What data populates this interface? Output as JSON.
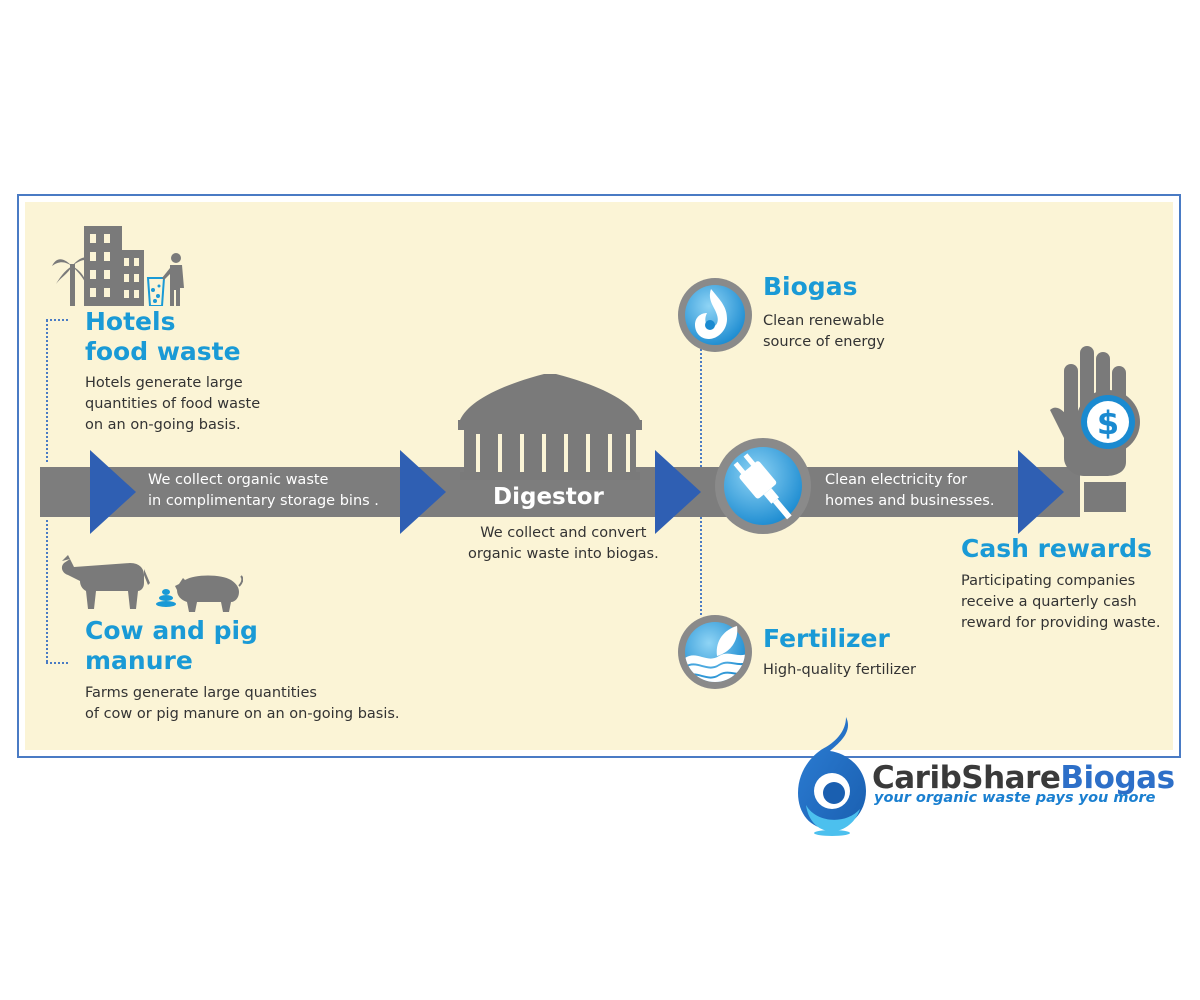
{
  "hotels": {
    "title_line1": "Hotels",
    "title_line2": "food waste",
    "desc_line1": "Hotels generate large",
    "desc_line2": "quantities of food waste",
    "desc_line3": "on an on-going basis."
  },
  "manure": {
    "title_line1": "Cow and pig",
    "title_line2": "manure",
    "desc_line1": "Farms generate large quantities",
    "desc_line2": "of cow or pig manure on an on-going basis."
  },
  "collect": {
    "line1": "We collect organic waste",
    "line2": "in complimentary storage bins ."
  },
  "digestor": {
    "label": "Digestor",
    "desc_line1": "We collect and convert",
    "desc_line2": "organic waste into biogas."
  },
  "biogas": {
    "title": "Biogas",
    "desc_line1": "Clean renewable",
    "desc_line2": "source of energy"
  },
  "fertilizer": {
    "title": "Fertilizer",
    "desc": "High-quality fertilizer"
  },
  "electricity": {
    "line1": "Clean electricity for",
    "line2": "homes and businesses."
  },
  "cash": {
    "title": "Cash rewards",
    "desc_line1": "Participating companies",
    "desc_line2": "receive a quarterly cash",
    "desc_line3": "reward for providing waste."
  },
  "logo": {
    "brand_part1": "CaribShare",
    "brand_part2": "Biogas",
    "tagline": "your organic waste pays you more"
  },
  "colors": {
    "accent_blue": "#1a9ad6",
    "arrow_blue": "#2f5fb3",
    "band_gray": "#7d7d7d",
    "icon_gray": "#7a7a7a",
    "panel_bg": "#fbf4d6",
    "border_blue": "#4a7bc4",
    "logo_dark": "#3a3a3a"
  },
  "icons": [
    "hotel-building-icon",
    "palm-tree-icon",
    "person-recycling-icon",
    "cow-icon",
    "pig-icon",
    "manure-icon",
    "digestor-tank-icon",
    "biogas-flame-icon",
    "electric-plug-icon",
    "fertilizer-leaf-icon",
    "hand-dollar-icon",
    "biogas-drop-logo-icon"
  ]
}
